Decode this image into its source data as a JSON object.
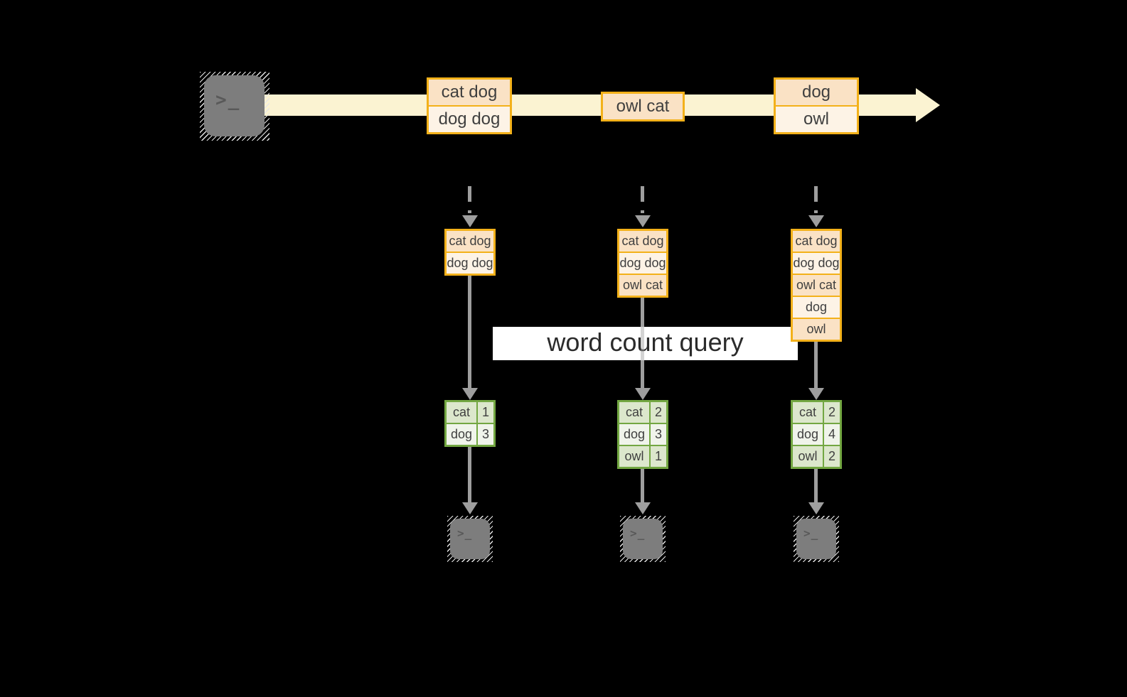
{
  "diagram": {
    "title_hidden": "",
    "terminal_glyph": ">_",
    "query_label": "word count query",
    "stream": {
      "events": [
        {
          "cells": [
            "cat dog",
            "dog dog"
          ]
        },
        {
          "cells": [
            "owl cat"
          ]
        },
        {
          "cells": [
            "dog",
            "owl"
          ]
        }
      ]
    },
    "pipelines": [
      {
        "buffer": [
          "cat dog",
          "dog dog"
        ],
        "counts": [
          {
            "word": "cat",
            "count": 1
          },
          {
            "word": "dog",
            "count": 3
          }
        ]
      },
      {
        "buffer": [
          "cat dog",
          "dog dog",
          "owl cat"
        ],
        "counts": [
          {
            "word": "cat",
            "count": 2
          },
          {
            "word": "dog",
            "count": 3
          },
          {
            "word": "owl",
            "count": 1
          }
        ]
      },
      {
        "buffer": [
          "cat dog",
          "dog dog",
          "owl cat",
          "dog",
          "owl"
        ],
        "counts": [
          {
            "word": "cat",
            "count": 2
          },
          {
            "word": "dog",
            "count": 4
          },
          {
            "word": "owl",
            "count": 2
          }
        ]
      }
    ],
    "colors": {
      "background": "#000000",
      "stream_band": "#fbf3d2",
      "cell_peach": "#fae2c5",
      "cell_cream": "#fdf3e6",
      "orange_border": "#f3b11a",
      "green_border": "#73a742",
      "cell_sage": "#dce7cc",
      "cell_light_green": "#f0f4eb",
      "arrow_gray": "#9e9e9e",
      "banner_bg": "#ffffff",
      "text": "#3f3f3f"
    }
  }
}
